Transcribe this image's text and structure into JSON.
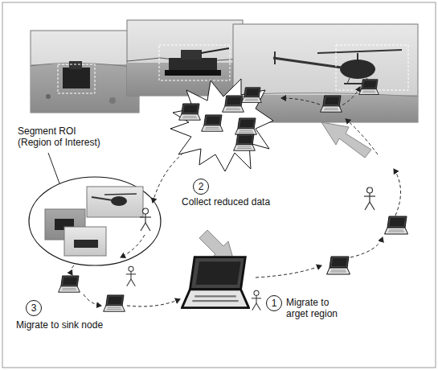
{
  "diagram": {
    "nodes": [
      {
        "text": [
          "2"
        ]
      },
      {
        "text": [
          "3"
        ]
      },
      {
        "text": [
          "1"
        ]
      }
    ],
    "labels": [
      "Segment ROI",
      "(Region of Interest)",
      "Collect reduced data",
      "Migrate to sink node",
      "Migrate to arget region"
    ]
  }
}
